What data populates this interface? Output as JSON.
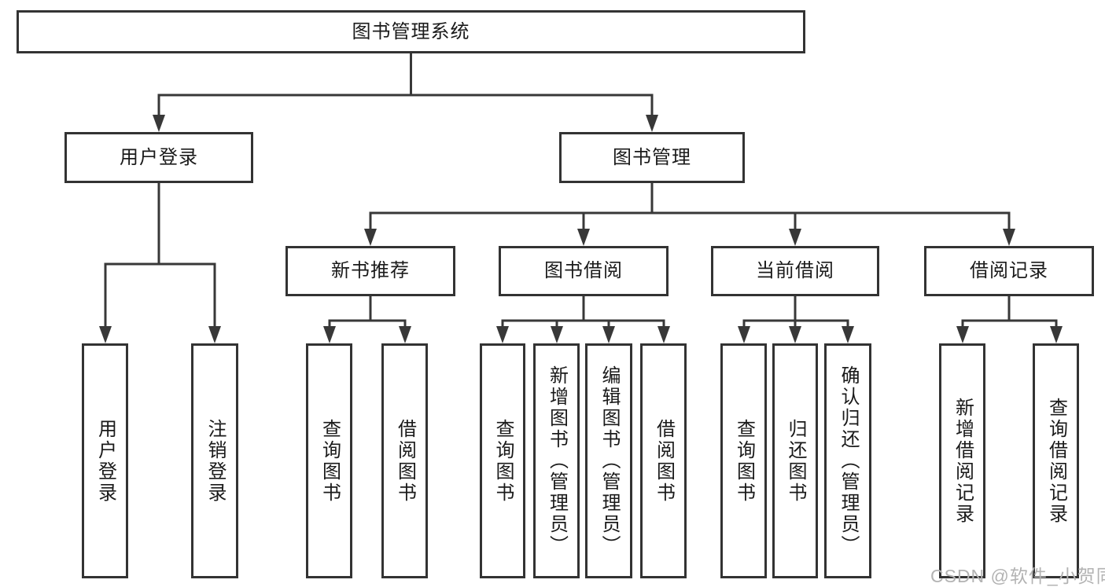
{
  "diagram_title": "图书管理系统",
  "root": {
    "label": "图书管理系统"
  },
  "level2": [
    {
      "label": "用户登录"
    },
    {
      "label": "图书管理"
    }
  ],
  "level3": [
    {
      "label": "新书推荐"
    },
    {
      "label": "图书借阅"
    },
    {
      "label": "当前借阅"
    },
    {
      "label": "借阅记录"
    }
  ],
  "leaves": [
    {
      "label": "用户登录"
    },
    {
      "label": "注销登录"
    },
    {
      "label": "查询图书"
    },
    {
      "label": "借阅图书"
    },
    {
      "label": "查询图书"
    },
    {
      "label": "新增图书（管理员）"
    },
    {
      "label": "编辑图书（管理员）"
    },
    {
      "label": "借阅图书"
    },
    {
      "label": "查询图书"
    },
    {
      "label": "归还图书"
    },
    {
      "label": "确认归还（管理员）"
    },
    {
      "label": "新增借阅记录"
    },
    {
      "label": "查询借阅记录"
    }
  ],
  "watermark": "CSDN @软件_小贺同学",
  "colors": {
    "line": "#383838",
    "box_border": "#333333",
    "text": "#1a1a1a",
    "watermark": "#b3b3b3",
    "background": "#ffffff"
  }
}
